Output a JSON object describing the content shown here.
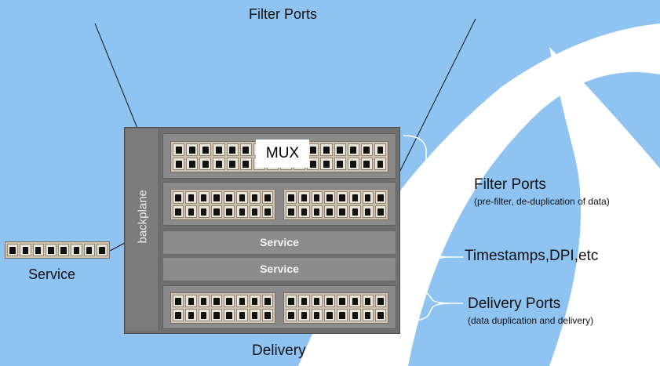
{
  "title_top": "Filter Ports",
  "title_bottom": "Delivery",
  "backplane_label": "backplane",
  "mux_label": "MUX",
  "service_label_left": "Service",
  "service_rows": [
    "Service",
    "Service"
  ],
  "brace_labels": {
    "filter": {
      "title": "Filter Ports",
      "subtitle": "(pre-filter, de-duplication of data)"
    },
    "timestamps": {
      "title": "Timestamps,DPI,etc"
    },
    "delivery": {
      "title": "Delivery Ports",
      "subtitle": "(data duplication and delivery)"
    }
  },
  "colors": {
    "background": "#8fc3f2",
    "swoosh": "#ffffff",
    "chassis": "#6f6f6f",
    "port_panel": "#cfc4b3"
  }
}
